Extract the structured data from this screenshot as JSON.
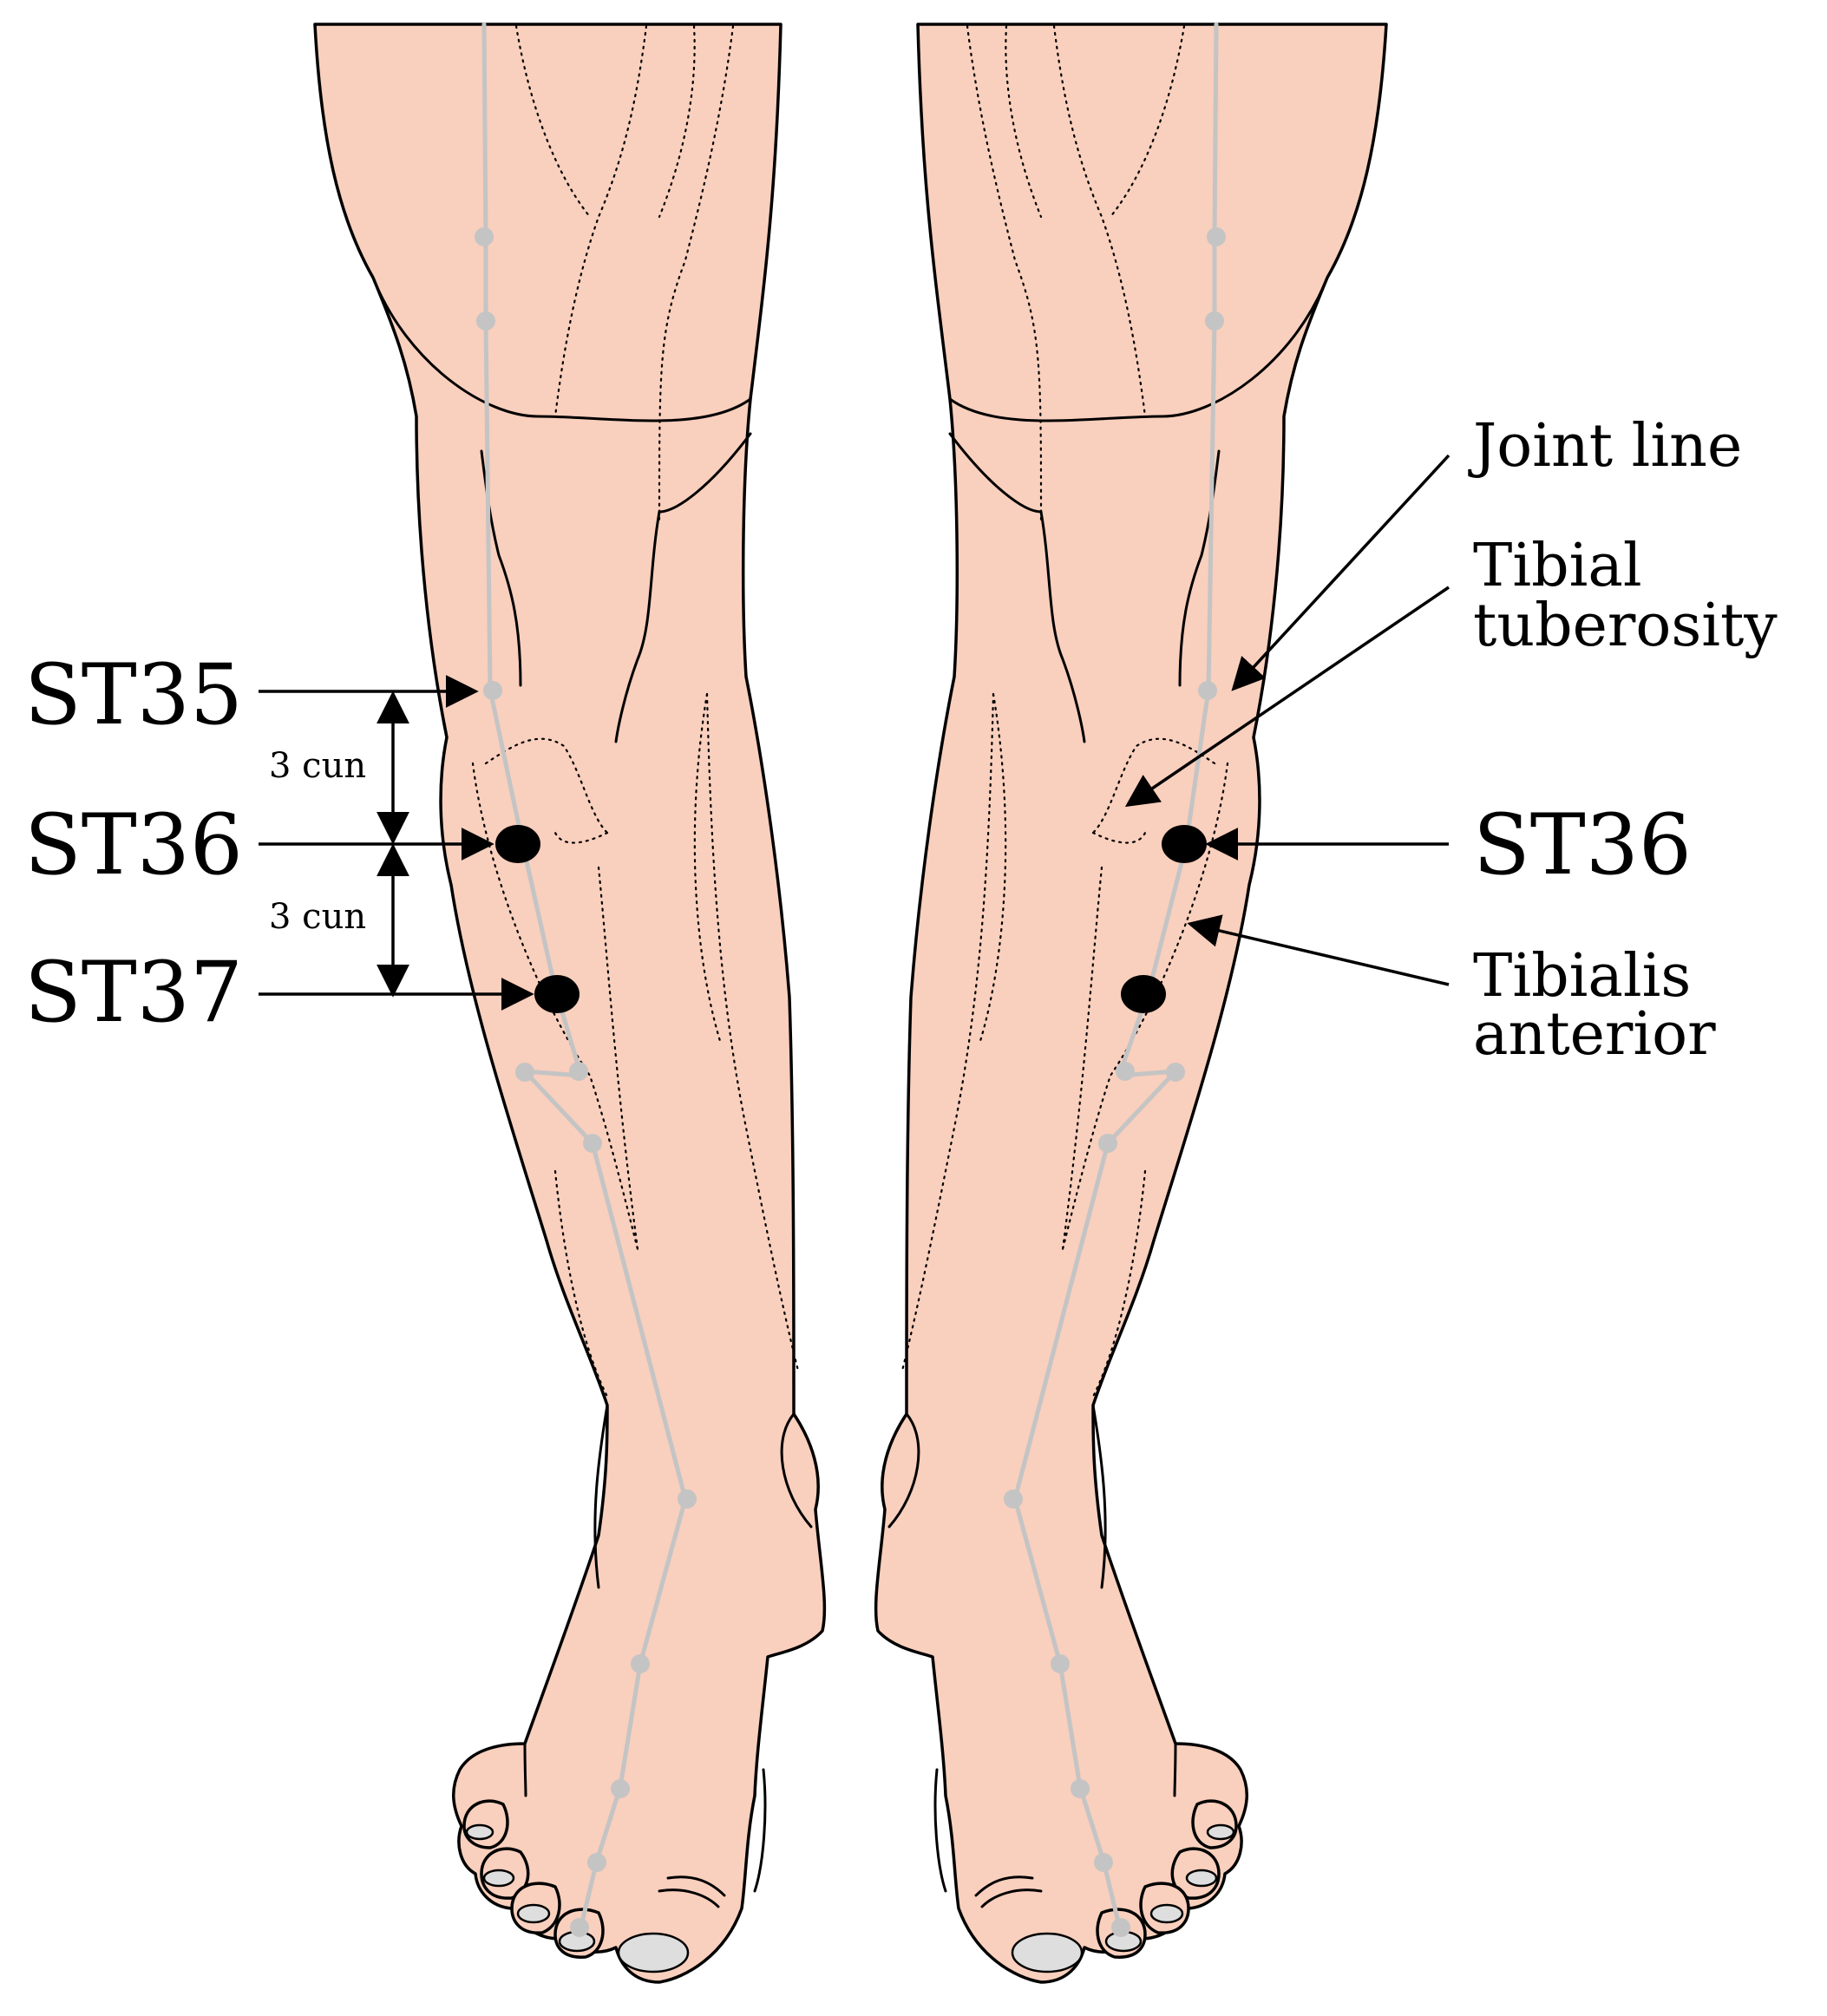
{
  "labels": {
    "st35": "ST35",
    "st36_left": "ST36",
    "st37": "ST37",
    "st36_right": "ST36",
    "cun_upper": "3 cun",
    "cun_lower": "3 cun",
    "joint_line": "Joint line",
    "tibial_line1": "Tibial",
    "tibial_line2": "tuberosity",
    "tibialis_line1": "Tibialis",
    "tibialis_line2": "anterior"
  },
  "colors": {
    "skin": "#f9cfbd",
    "meridian": "#c4c4c4",
    "outline": "#000000",
    "toenail": "#dedede"
  }
}
